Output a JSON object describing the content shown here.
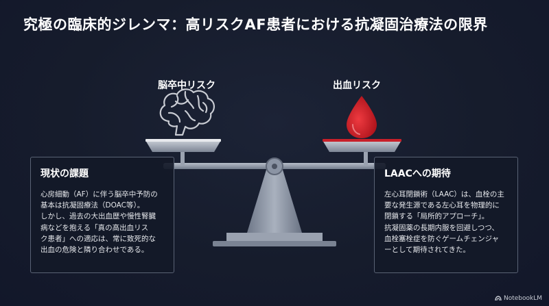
{
  "title": "究極の臨床的ジレンマ：高リスクAF患者における抗凝固治療法の限界",
  "scale": {
    "left_label": "脳卒中リスク",
    "right_label": "出血リスク",
    "left_icon": "brain-icon",
    "right_icon": "blood-drop-icon"
  },
  "current_issues": {
    "heading": "現状の課題",
    "lines": [
      "心房細動（AF）に伴う脳卒中予防の",
      "基本は抗凝固療法（DOAC等）。",
      "しかし、過去の大出血歴や慢性腎臓",
      "病などを抱える「真の高出血リス",
      "ク患者」への適応は、常に致死的な",
      "出血の危険と隣り合わせである。"
    ]
  },
  "laac": {
    "heading": "LAACへの期待",
    "lines": [
      "左心耳閉鎖術（LAAC）は、血栓の主",
      "要な発生源である左心耳を物理的に",
      "閉鎖する「局所的アプローチ」。",
      "抗凝固薬の長期内服を回避しつつ、",
      "血栓塞栓症を防ぐゲームチェンジャ",
      "ーとして期待されてきた。"
    ]
  },
  "brand": "NotebookLM",
  "colors": {
    "background": "#14192a",
    "pan_left": "#e8eaee",
    "pan_right_rim": "#c8202a",
    "blood": "#d01e28",
    "stand": "#8a93a3"
  }
}
